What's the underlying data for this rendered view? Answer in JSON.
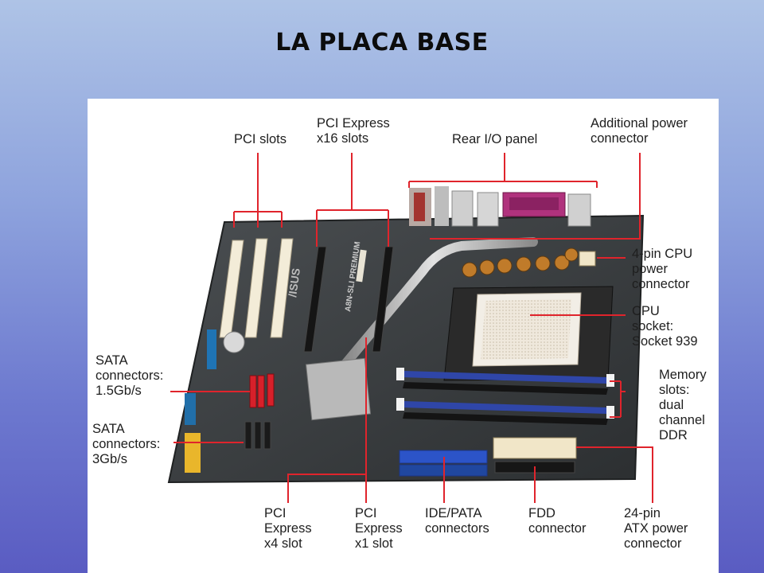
{
  "slide": {
    "title": "LA PLACA BASE"
  },
  "diagram": {
    "board_brand": "/ISUS",
    "board_model": "A8N-SLI PREMIUM",
    "labels": {
      "pci_slots": "PCI slots",
      "pcie_x16_slots": "PCI Express\nx16 slots",
      "rear_io_panel": "Rear I/O panel",
      "additional_power": "Additional power\nconnector",
      "cpu_power": "4-pin CPU\npower\nconnector",
      "cpu_socket": "CPU\nsocket:\nSocket 939",
      "memory_slots": "Memory\nslots:\ndual\nchannel\nDDR",
      "sata_15": "SATA\nconnectors:\n1.5Gb/s",
      "sata_3": "SATA\nconnectors:\n3Gb/s",
      "pcie_x4": "PCI\nExpress\nx4 slot",
      "pcie_x1": "PCI\nExpress\nx1 slot",
      "ide_pata": "IDE/PATA\nconnectors",
      "fdd": "FDD\nconnector",
      "atx_power": "24-pin\nATX power\nconnector"
    },
    "colors": {
      "leader_line": "#e0242c",
      "board": "#3a3d3f",
      "pci_slot": "#f3ecd8",
      "ram_blue": "#2f46a8",
      "ide_blue": "#2c54c8",
      "sata_red": "#d8202a"
    }
  }
}
